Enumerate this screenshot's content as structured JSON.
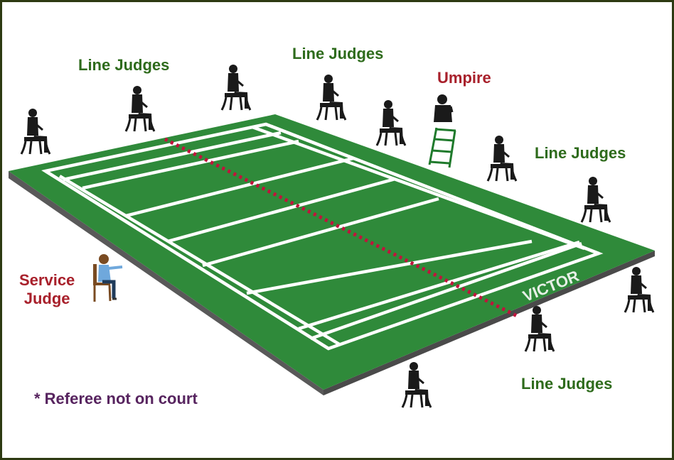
{
  "labels": {
    "line_judges_1": "Line Judges",
    "line_judges_2": "Line Judges",
    "line_judges_3": "Line Judges",
    "line_judges_4": "Line Judges",
    "umpire": "Umpire",
    "service_judge_line1": "Service",
    "service_judge_line2": "Judge",
    "referee_note": "* Referee not on court"
  },
  "court": {
    "brand": "VICTOR",
    "surface_color": "#2f8a3a",
    "side_color": "#595959",
    "line_color": "#ffffff",
    "net_color": "#c0143c"
  },
  "colors": {
    "line_judges": "#2e6b1c",
    "officials": "#a8202b",
    "note": "#57245f"
  },
  "icons": {
    "line_judge": "seated-person-icon",
    "umpire": "umpire-chair-icon",
    "service_judge": "seated-service-judge-icon"
  }
}
